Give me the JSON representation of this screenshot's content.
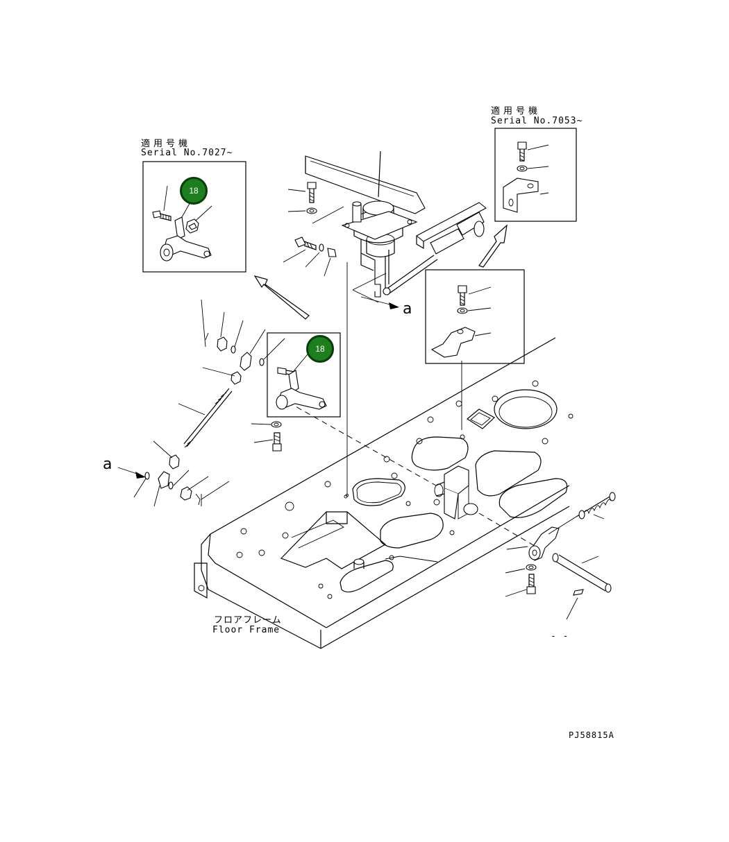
{
  "serial_left": {
    "jp": "適用号機",
    "en": "Serial No.7027~"
  },
  "serial_right": {
    "jp": "適用号機",
    "en": "Serial No.7053~"
  },
  "floor_frame": {
    "jp": "フロアフレーム",
    "en": "Floor Frame"
  },
  "view_marker": "a",
  "badges": [
    "18",
    "18"
  ],
  "badge_color": "#1e7d1e",
  "drawing_code": "PJ58815A",
  "tail_mark": "- -"
}
